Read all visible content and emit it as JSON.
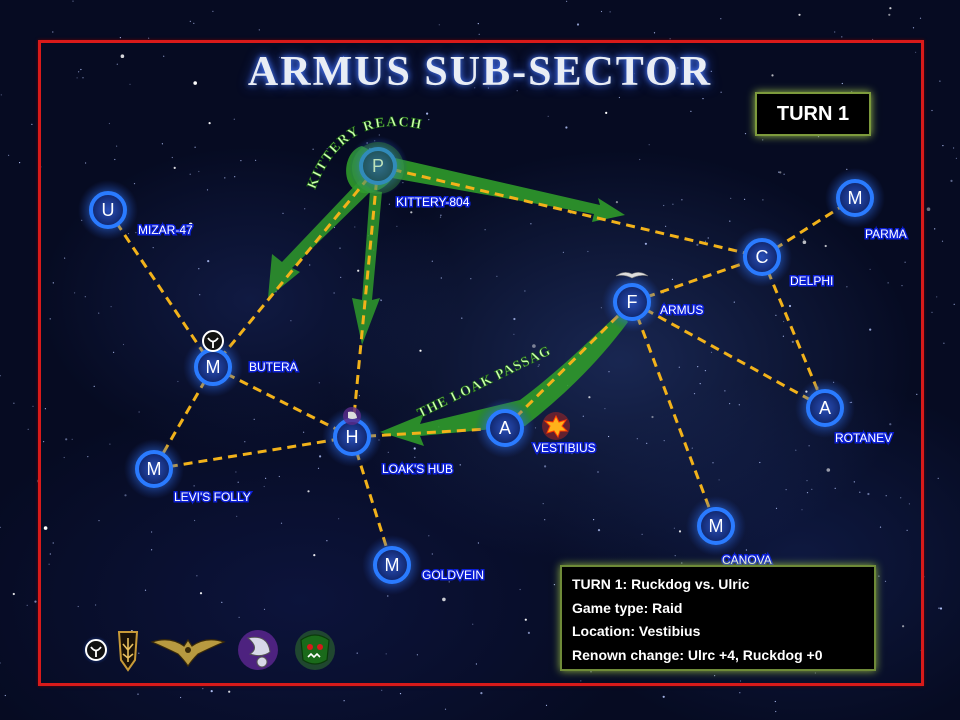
{
  "title": "ARMUS SUB-SECTOR",
  "turn_label": "TURN 1",
  "lanes": [
    {
      "name": "KITTERY REACH"
    },
    {
      "name": "THE LOAK PASSAGE"
    }
  ],
  "systems": [
    {
      "id": "kittery",
      "letter": "P",
      "name": "KITTERY-804"
    },
    {
      "id": "mizar",
      "letter": "U",
      "name": "MIZAR-47"
    },
    {
      "id": "parma",
      "letter": "M",
      "name": "PARMA"
    },
    {
      "id": "delphi",
      "letter": "C",
      "name": "DELPHI"
    },
    {
      "id": "armus",
      "letter": "F",
      "name": "ARMUS"
    },
    {
      "id": "butera",
      "letter": "M",
      "name": "BUTERA"
    },
    {
      "id": "rotanev",
      "letter": "A",
      "name": "ROTANEV"
    },
    {
      "id": "loak",
      "letter": "H",
      "name": "LOAK'S HUB"
    },
    {
      "id": "vestibius",
      "letter": "A",
      "name": "VESTIBIUS"
    },
    {
      "id": "levi",
      "letter": "M",
      "name": "LEVI'S FOLLY"
    },
    {
      "id": "canova",
      "letter": "M",
      "name": "CANOVA"
    },
    {
      "id": "goldvein",
      "letter": "M",
      "name": "GOLDVEIN"
    }
  ],
  "battle_report": {
    "line1": "TURN 1: Ruckdog vs. Ulric",
    "line2": "Game type: Raid",
    "line3": "Location: Vestibius",
    "line4": "Renown change: Ulrc +4, Ruckdog +0"
  },
  "faction_icons": [
    "eldar-rune-icon",
    "dark-eldar-icon",
    "imperial-aquila-icon",
    "necron-icon",
    "ork-icon"
  ],
  "colors": {
    "frame": "#d81a1a",
    "route": "#f2b21a",
    "lane": "#2f9a2a",
    "node": "#1f5fd8",
    "label": "#0b1fd6",
    "panel_border": "#7d9a3c"
  }
}
